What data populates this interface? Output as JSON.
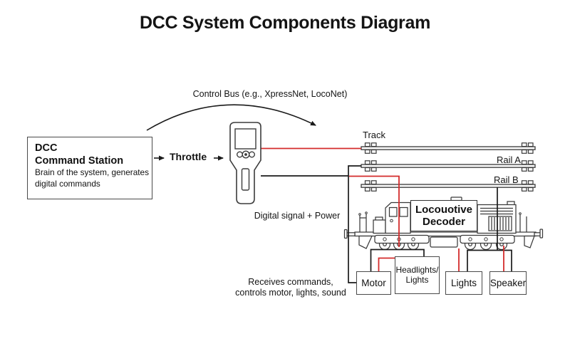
{
  "title": "DCC System Components Diagram",
  "colors": {
    "wire_red": "#d42b2b",
    "line_black": "#1a1a1a"
  },
  "command_station": {
    "name_line1": "DCC",
    "name_line2": "Command Station",
    "desc_line1": "Brain of the system, generates",
    "desc_line2": "digital commands"
  },
  "labels": {
    "throttle": "Throttle",
    "control_bus": "Control Bus (e.g., XpressNet, LocoNet)",
    "track": "Track",
    "rail_a": "Rail A",
    "rail_b": "Rail B",
    "digital_signal": "Digital signal + Power"
  },
  "decoder": {
    "line1": "Locouotive",
    "line2": "Decoder",
    "note_line1": "Receives commands,",
    "note_line2": "controls motor, lights, sound"
  },
  "output_boxes": {
    "motor": "Motor",
    "headlights_line1": "Headlights/",
    "headlights_line2": "Lights",
    "lights": "Lights",
    "speaker": "Speaker"
  },
  "figures": {
    "throttle_device": "handheld-throttle-icon",
    "locomotive": "diesel-locomotive-icon"
  }
}
